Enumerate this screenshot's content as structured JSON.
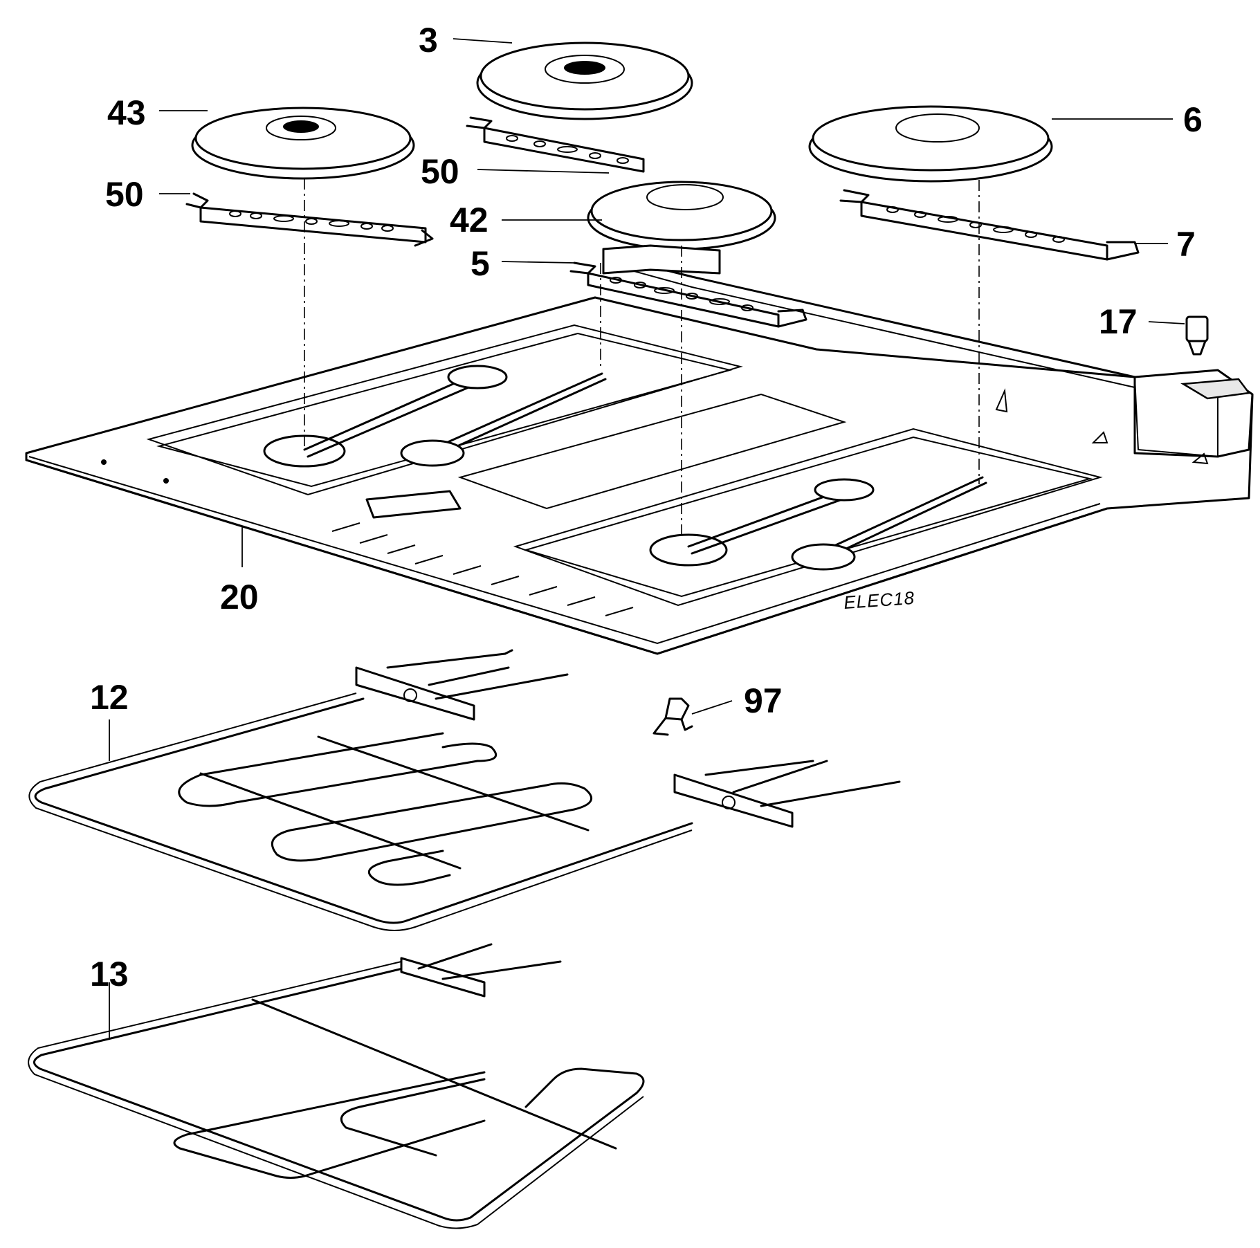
{
  "diagram": {
    "drawing_code": "ELEC18",
    "callouts": [
      {
        "id": "3",
        "text": "3"
      },
      {
        "id": "43",
        "text": "43"
      },
      {
        "id": "6",
        "text": "6"
      },
      {
        "id": "50a",
        "text": "50"
      },
      {
        "id": "50b",
        "text": "50"
      },
      {
        "id": "42",
        "text": "42"
      },
      {
        "id": "7",
        "text": "7"
      },
      {
        "id": "5",
        "text": "5"
      },
      {
        "id": "17",
        "text": "17"
      },
      {
        "id": "20",
        "text": "20"
      },
      {
        "id": "12",
        "text": "12"
      },
      {
        "id": "97",
        "text": "97"
      },
      {
        "id": "13",
        "text": "13"
      }
    ]
  }
}
